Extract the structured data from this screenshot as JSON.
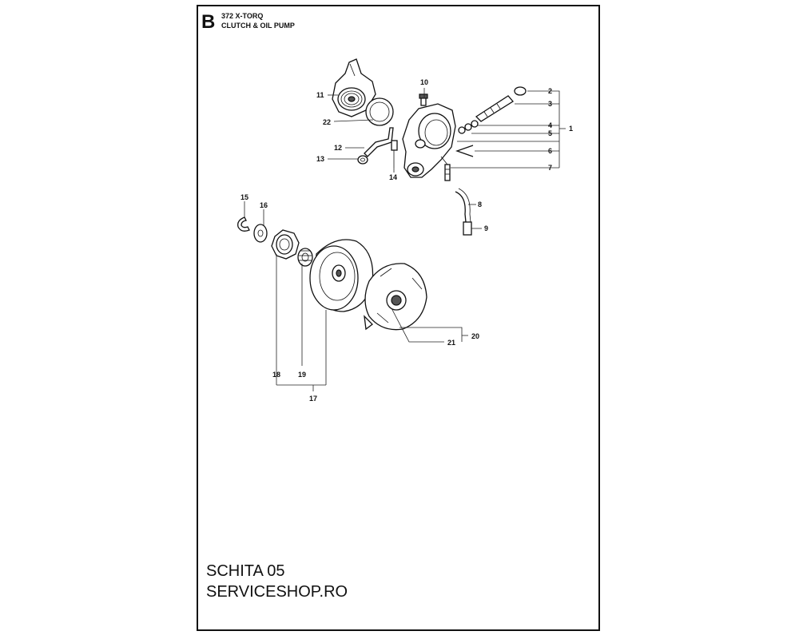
{
  "header": {
    "section_letter": "B",
    "model": "372 X-TORQ",
    "title": "CLUTCH & OIL PUMP"
  },
  "footer": {
    "line1": "SCHITA 05",
    "line2": "SERVICESHOP.RO"
  },
  "callouts": {
    "c1": "1",
    "c2": "2",
    "c3": "3",
    "c4": "4",
    "c5": "5",
    "c6": "6",
    "c7": "7",
    "c8": "8",
    "c9": "9",
    "c10": "10",
    "c11": "11",
    "c12": "12",
    "c13": "13",
    "c14": "14",
    "c15": "15",
    "c16": "16",
    "c17": "17",
    "c18": "18",
    "c19": "19",
    "c20": "20",
    "c21": "21",
    "c22": "22"
  }
}
